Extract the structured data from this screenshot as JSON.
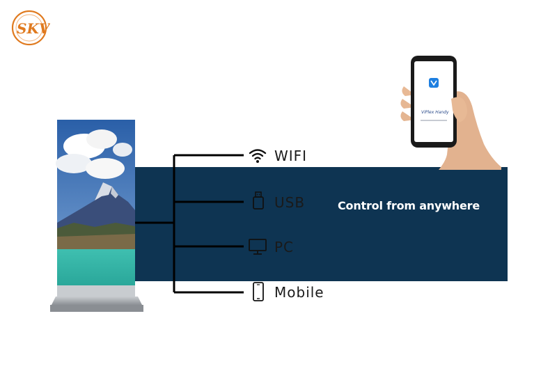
{
  "banner": {
    "text": "Control from anywhere",
    "color": "#0e3452"
  },
  "connections": [
    {
      "icon": "wifi-icon",
      "label": "WIFI"
    },
    {
      "icon": "usb-icon",
      "label": "USB"
    },
    {
      "icon": "monitor-icon",
      "label": "PC"
    },
    {
      "icon": "mobile-icon",
      "label": "Mobile"
    }
  ],
  "phone": {
    "app_name": "ViPlex Handy"
  },
  "logo": {
    "text": "SKV",
    "color": "#e07a1f"
  }
}
